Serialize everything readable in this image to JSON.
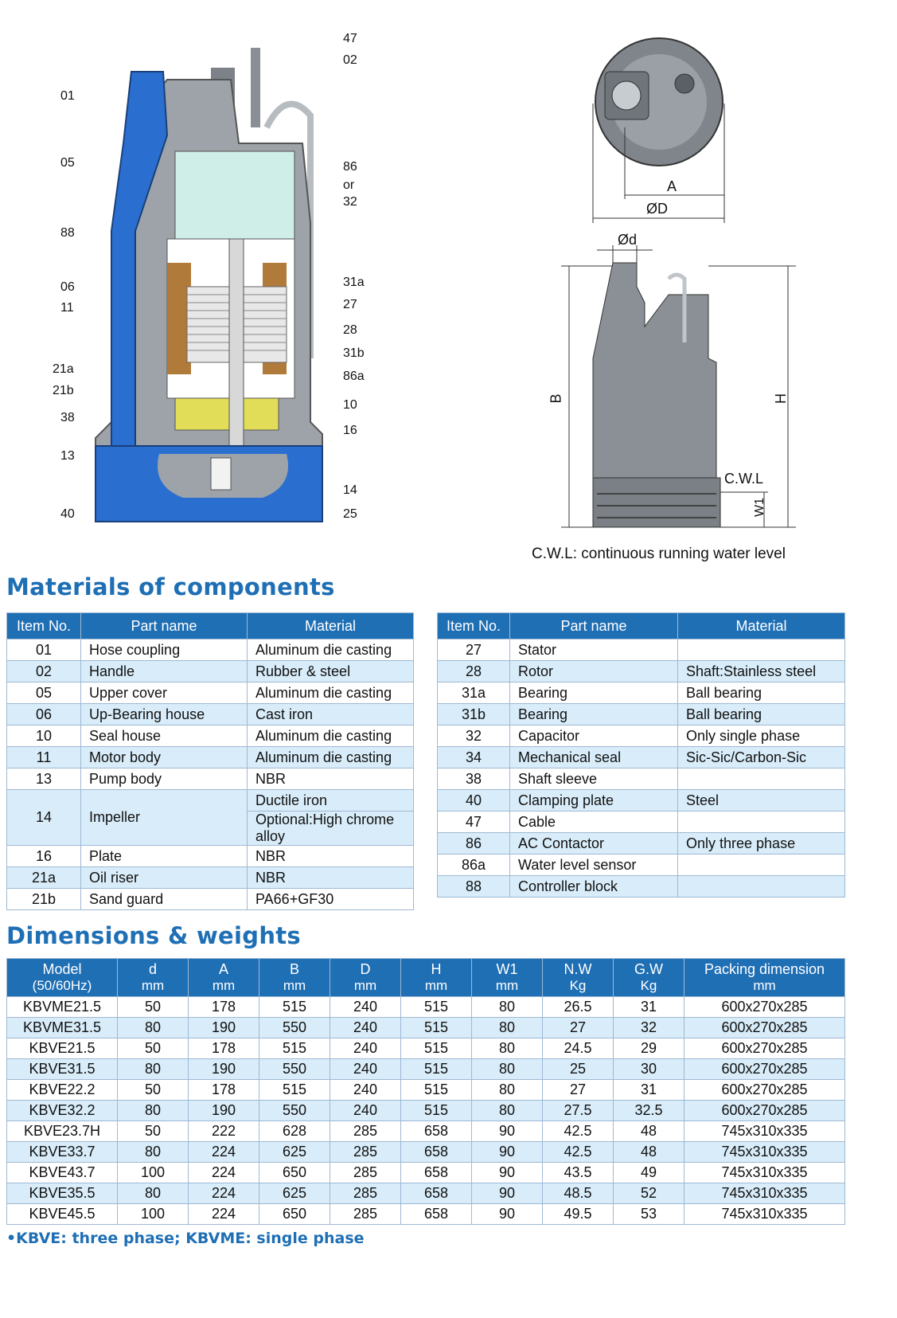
{
  "diagram": {
    "callouts_left": [
      "01",
      "05",
      "88",
      "06",
      "11",
      "21a",
      "21b",
      "38",
      "13",
      "40"
    ],
    "callouts_right": [
      "47",
      "02",
      "86",
      "or",
      "32",
      "31a",
      "27",
      "28",
      "31b",
      "86a",
      "10",
      "16",
      "14",
      "25"
    ],
    "top_labels": {
      "a": "A",
      "d": "ØD"
    },
    "side_labels": {
      "d": "Ød",
      "b": "B",
      "h": "H",
      "cwl": "C.W.L",
      "w1": "W1"
    },
    "note": "C.W.L: continuous running water level"
  },
  "materials": {
    "title": "Materials of components",
    "headers": [
      "Item No.",
      "Part name",
      "Material"
    ],
    "left": [
      {
        "no": "01",
        "part": "Hose coupling",
        "material": "Aluminum die casting"
      },
      {
        "no": "02",
        "part": "Handle",
        "material": "Rubber & steel"
      },
      {
        "no": "05",
        "part": "Upper cover",
        "material": "Aluminum die casting"
      },
      {
        "no": "06",
        "part": "Up-Bearing house",
        "material": "Cast iron"
      },
      {
        "no": "10",
        "part": "Seal house",
        "material": "Aluminum die casting"
      },
      {
        "no": "11",
        "part": "Motor body",
        "material": "Aluminum die casting"
      },
      {
        "no": "13",
        "part": "Pump body",
        "material": "NBR"
      },
      {
        "no": "14",
        "part": "Impeller",
        "material": "Ductile iron",
        "material2": "Optional:High chrome alloy"
      },
      {
        "no": "16",
        "part": "Plate",
        "material": "NBR"
      },
      {
        "no": "21a",
        "part": "Oil riser",
        "material": "NBR"
      },
      {
        "no": "21b",
        "part": "Sand guard",
        "material": "PA66+GF30"
      }
    ],
    "right": [
      {
        "no": "27",
        "part": "Stator",
        "material": ""
      },
      {
        "no": "28",
        "part": "Rotor",
        "material": "Shaft:Stainless steel"
      },
      {
        "no": "31a",
        "part": "Bearing",
        "material": "Ball bearing"
      },
      {
        "no": "31b",
        "part": "Bearing",
        "material": "Ball bearing"
      },
      {
        "no": "32",
        "part": "Capacitor",
        "material": "Only single phase"
      },
      {
        "no": "34",
        "part": "Mechanical seal",
        "material": "Sic-Sic/Carbon-Sic"
      },
      {
        "no": "38",
        "part": "Shaft sleeve",
        "material": ""
      },
      {
        "no": "40",
        "part": "Clamping plate",
        "material": "Steel"
      },
      {
        "no": "47",
        "part": "Cable",
        "material": ""
      },
      {
        "no": "86",
        "part": "AC Contactor",
        "material": "Only three phase"
      },
      {
        "no": "86a",
        "part": "Water level sensor",
        "material": ""
      },
      {
        "no": "88",
        "part": "Controller block",
        "material": ""
      }
    ]
  },
  "dimensions": {
    "title": "Dimensions & weights",
    "headers": [
      {
        "name": "Model",
        "unit": "(50/60Hz)"
      },
      {
        "name": "d",
        "unit": "mm"
      },
      {
        "name": "A",
        "unit": "mm"
      },
      {
        "name": "B",
        "unit": "mm"
      },
      {
        "name": "D",
        "unit": "mm"
      },
      {
        "name": "H",
        "unit": "mm"
      },
      {
        "name": "W1",
        "unit": "mm"
      },
      {
        "name": "N.W",
        "unit": "Kg"
      },
      {
        "name": "G.W",
        "unit": "Kg"
      },
      {
        "name": "Packing dimension",
        "unit": "mm"
      }
    ],
    "rows": [
      [
        "KBVME21.5",
        "50",
        "178",
        "515",
        "240",
        "515",
        "80",
        "26.5",
        "31",
        "600x270x285"
      ],
      [
        "KBVME31.5",
        "80",
        "190",
        "550",
        "240",
        "515",
        "80",
        "27",
        "32",
        "600x270x285"
      ],
      [
        "KBVE21.5",
        "50",
        "178",
        "515",
        "240",
        "515",
        "80",
        "24.5",
        "29",
        "600x270x285"
      ],
      [
        "KBVE31.5",
        "80",
        "190",
        "550",
        "240",
        "515",
        "80",
        "25",
        "30",
        "600x270x285"
      ],
      [
        "KBVE22.2",
        "50",
        "178",
        "515",
        "240",
        "515",
        "80",
        "27",
        "31",
        "600x270x285"
      ],
      [
        "KBVE32.2",
        "80",
        "190",
        "550",
        "240",
        "515",
        "80",
        "27.5",
        "32.5",
        "600x270x285"
      ],
      [
        "KBVE23.7H",
        "50",
        "222",
        "628",
        "285",
        "658",
        "90",
        "42.5",
        "48",
        "745x310x335"
      ],
      [
        "KBVE33.7",
        "80",
        "224",
        "625",
        "285",
        "658",
        "90",
        "42.5",
        "48",
        "745x310x335"
      ],
      [
        "KBVE43.7",
        "100",
        "224",
        "650",
        "285",
        "658",
        "90",
        "43.5",
        "49",
        "745x310x335"
      ],
      [
        "KBVE35.5",
        "80",
        "224",
        "625",
        "285",
        "658",
        "90",
        "48.5",
        "52",
        "745x310x335"
      ],
      [
        "KBVE45.5",
        "100",
        "224",
        "650",
        "285",
        "658",
        "90",
        "49.5",
        "53",
        "745x310x335"
      ]
    ],
    "footnote": "•KBVE: three phase; KBVME: single phase"
  }
}
